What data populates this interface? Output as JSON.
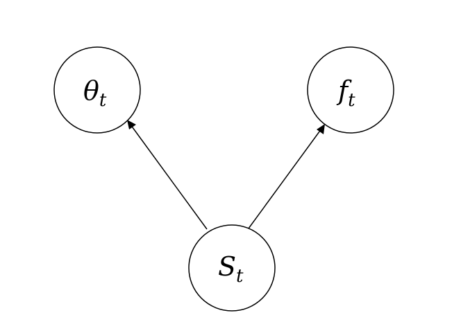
{
  "diagram": {
    "nodes": {
      "theta": {
        "symbol": "θ",
        "subscript": "t"
      },
      "f": {
        "symbol": "f",
        "subscript": "t"
      },
      "s": {
        "symbol": "S",
        "subscript": "t"
      }
    },
    "edges": [
      {
        "from": "s",
        "to": "theta"
      },
      {
        "from": "s",
        "to": "f"
      }
    ],
    "colors": {
      "stroke": "#000000",
      "background": "#ffffff"
    }
  }
}
